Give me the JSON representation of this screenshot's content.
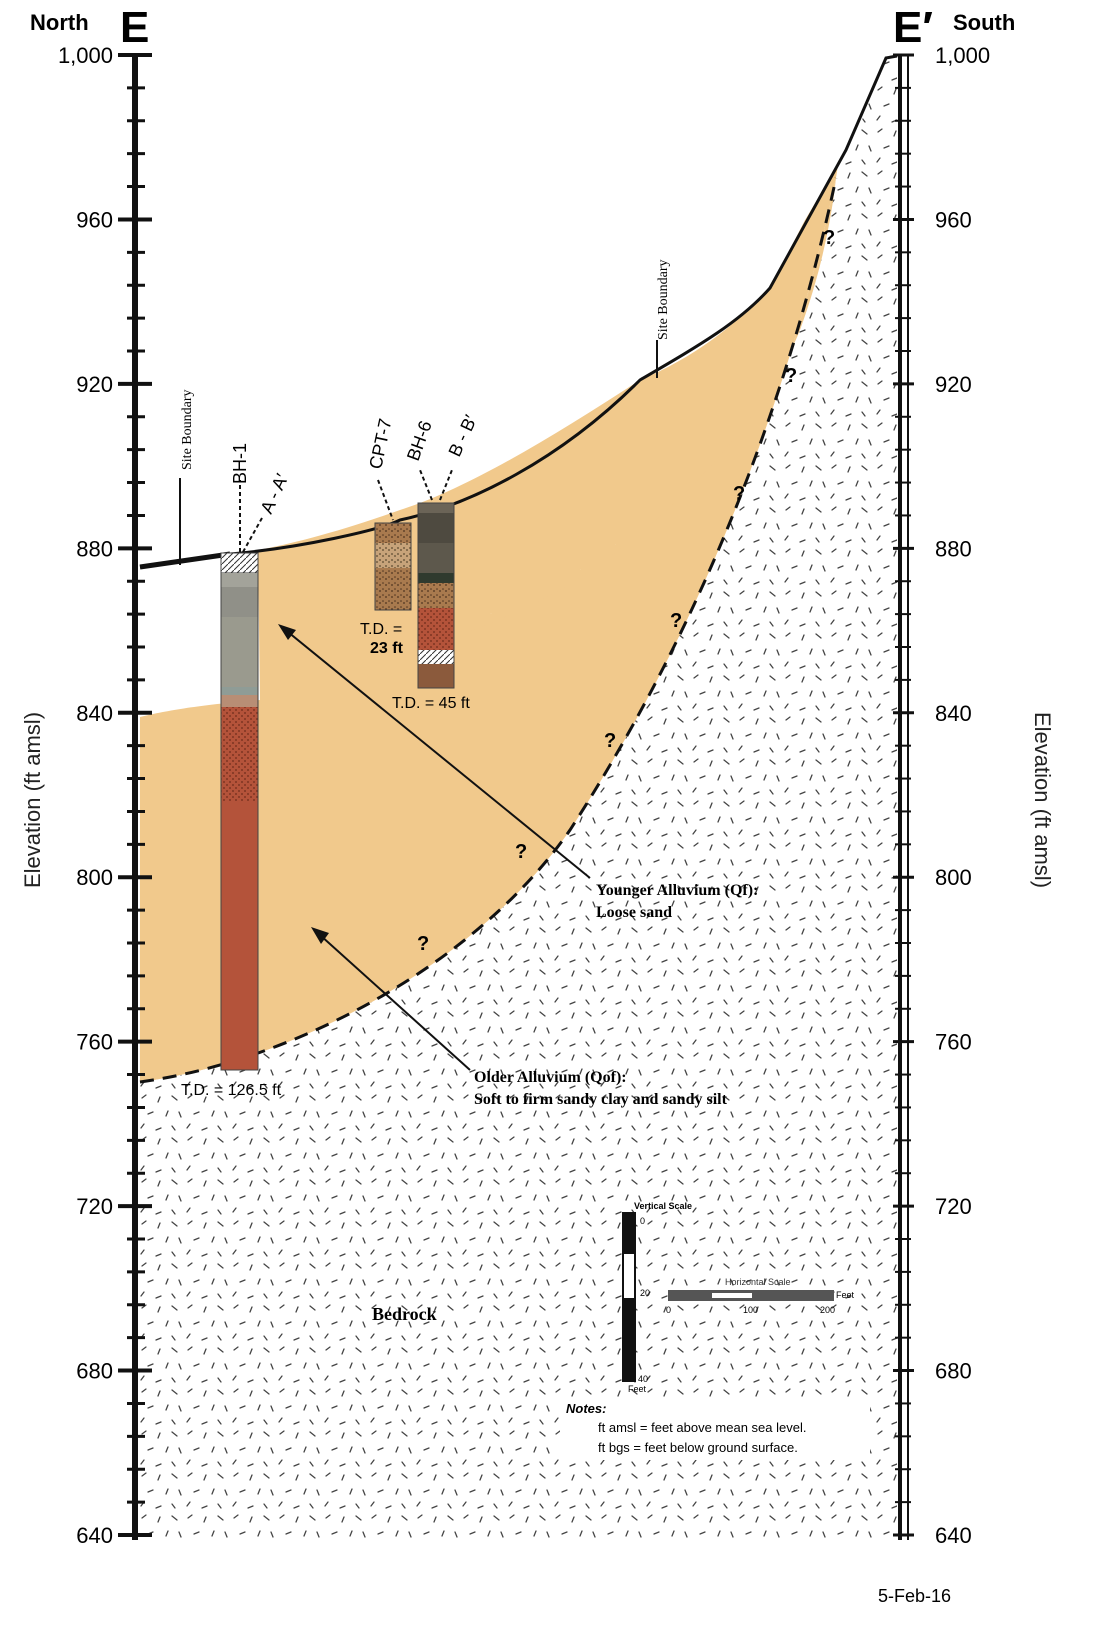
{
  "header": {
    "left_direction": "North",
    "left_letter": "E",
    "right_letter": "E′",
    "right_direction": "South"
  },
  "axes": {
    "ylabel_left": "Elevation (ft amsl)",
    "ylabel_right": "Elevation (ft amsl)",
    "ticks": [
      "1,000",
      "960",
      "920",
      "880",
      "840",
      "800",
      "760",
      "720",
      "680",
      "640"
    ]
  },
  "boreholes": {
    "bh1": "BH-1",
    "a_a": "A - A′",
    "bh1_td": "T.D. = 126.5 ft",
    "cpt7": "CPT-7",
    "cpt7_td_line1": "T.D. =",
    "cpt7_td_line2": "23 ft",
    "bh6": "BH-6",
    "b_b": "B - B′",
    "bh6_td": "T.D. = 45 ft"
  },
  "labels": {
    "site_boundary_left": "Site Boundary",
    "site_boundary_right": "Site Boundary",
    "younger_line1": "Younger Alluvium (Qf):",
    "younger_line2": "Loose sand",
    "older_line1": "Older Alluvium (Qof):",
    "older_line2": "Soft to firm sandy clay and sandy silt",
    "bedrock": "Bedrock",
    "question": "?"
  },
  "scale": {
    "vertical_title": "Vertical Scale",
    "v0": "0",
    "v20": "20",
    "v40": "40",
    "v_unit": "Feet",
    "horizontal_title": "Horizontal Scale",
    "h0": "0",
    "h100": "100",
    "h200": "200",
    "h_unit": "Feet"
  },
  "notes": {
    "title": "Notes:",
    "line1": "ft amsl = feet above mean sea level.",
    "line2": "ft bgs = feet below ground surface."
  },
  "date": "5-Feb-16",
  "colors": {
    "alluvium": "#f1c98c",
    "bh_dark_red": "#b4533a",
    "bh_grey": "#9a9a8e"
  }
}
